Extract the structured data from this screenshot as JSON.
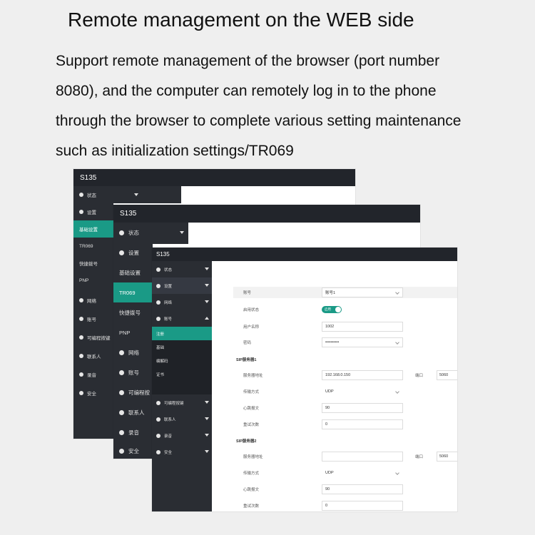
{
  "headline": "Remote management on the WEB side",
  "paragraph_lines": [
    "Support remote management of the browser (port number",
    "8080), and the computer can remotely log in to the phone",
    "through the browser to complete various setting maintenance",
    "such as initialization settings/TR069"
  ],
  "brand": "S135",
  "colors": {
    "accent": "#1a9a86",
    "topbar": "#22252b",
    "sidebar": "#2a2d33"
  },
  "win1": {
    "menu": [
      "状态",
      "设置",
      "基础设置",
      "TR069",
      "快捷拨号",
      "PNP",
      "网络",
      "账号",
      "可编程按键",
      "联系人",
      "录音",
      "安全"
    ]
  },
  "win2": {
    "menu": [
      "状态",
      "设置",
      "基础设置",
      "TR069",
      "快捷拨号",
      "PNP",
      "网络",
      "账号",
      "可编程按",
      "联系人",
      "录音",
      "安全"
    ]
  },
  "win3": {
    "menu": [
      "状态",
      "设置",
      "网络",
      "账号",
      "注册",
      "基础",
      "编解码",
      "证书",
      "可编程按键",
      "联系人",
      "录音",
      "安全"
    ],
    "form": {
      "account_label": "账号",
      "account_value": "账号1",
      "enable_label": "启用状态",
      "enable_value": "启用",
      "username_label": "用户名称",
      "username_value": "1002",
      "password_label": "密码",
      "password_value": "••••••••••",
      "sip1_title": "SIP服务器1",
      "server_label": "服务器地址",
      "server1_value": "192.168.0.150",
      "port_label": "端口",
      "port1_value": "5060",
      "transport_label": "传输方式",
      "transport1_value": "UDP",
      "heartbeat_label": "心跳报文",
      "heartbeat1_value": "90",
      "retry_label": "重试次数",
      "retry1_value": "0",
      "sip2_title": "SIP服务器2",
      "server2_value": "",
      "port2_value": "5060",
      "transport2_value": "UDP",
      "heartbeat2_value": "90",
      "retry2_value": "0"
    }
  }
}
